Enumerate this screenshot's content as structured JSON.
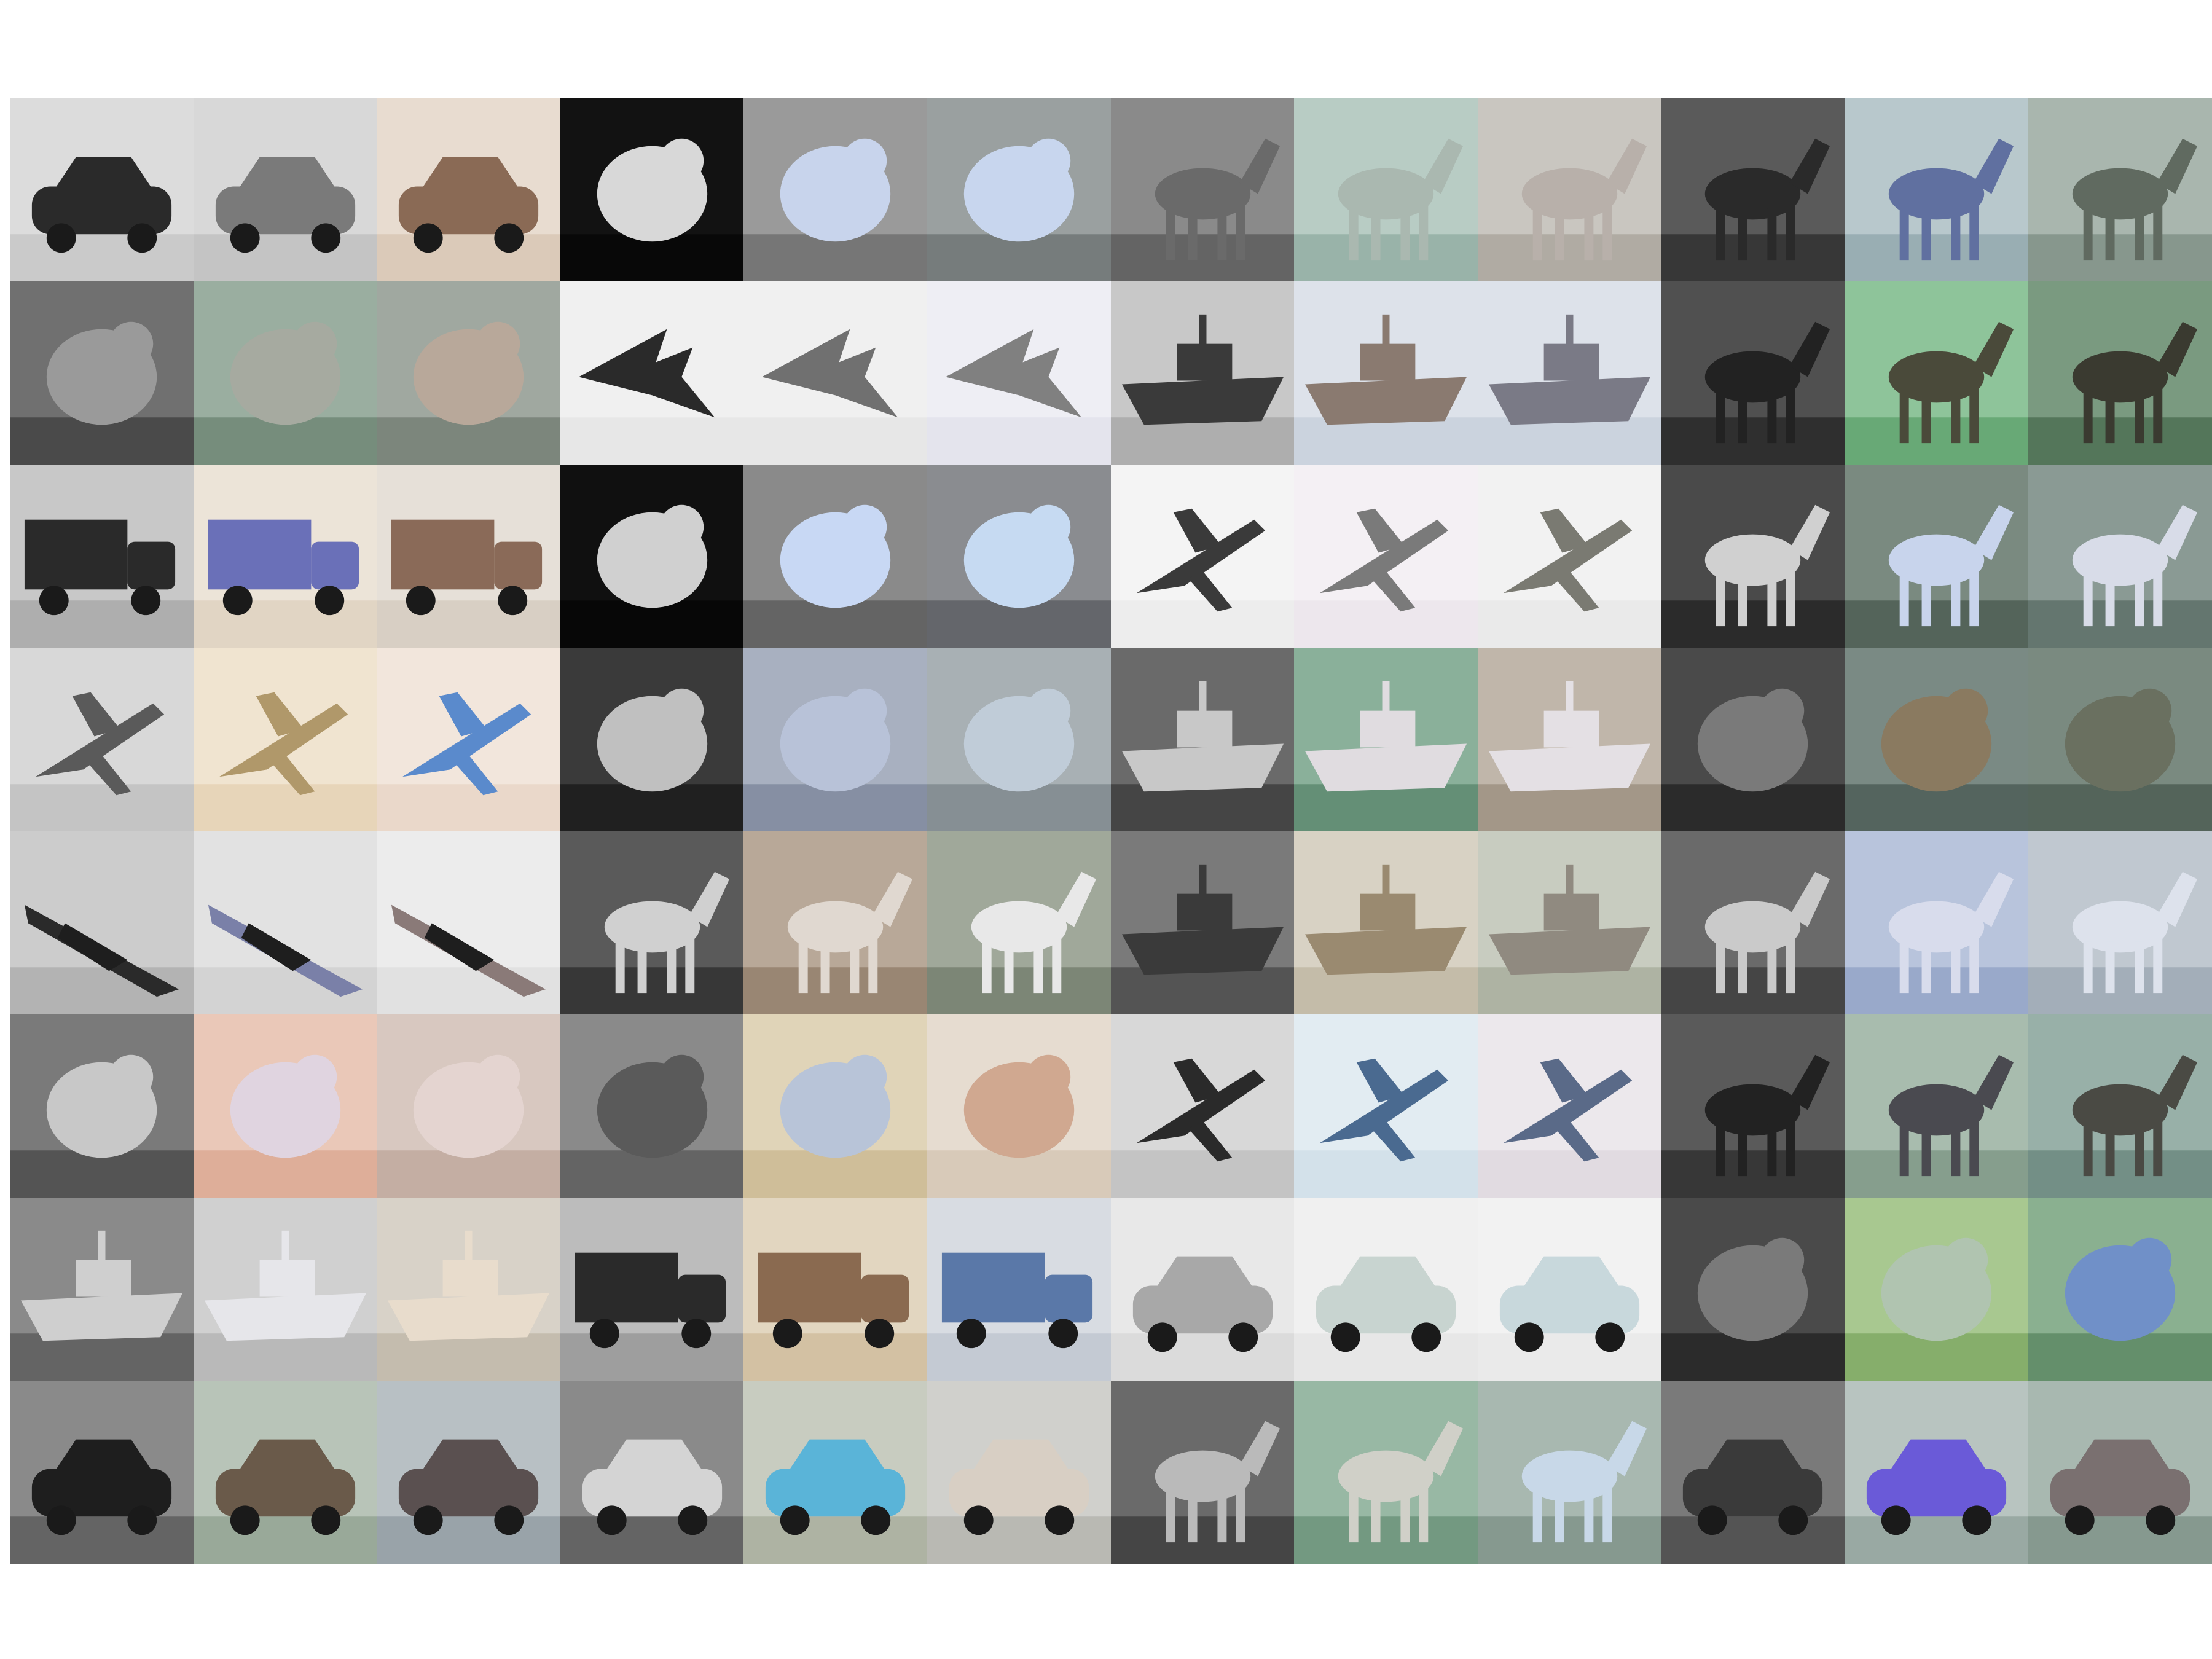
{
  "figure": {
    "description_kind": "colorization-comparison-grid",
    "groups_per_row": 4,
    "tiles_per_group": 3,
    "tile_roles": [
      "grayscale-input",
      "colorized-a",
      "colorized-b"
    ],
    "rows": [
      [
        {
          "subject": "car",
          "bg": [
            "#dcdcdc",
            "#d8d8d8",
            "#e8dcd0"
          ],
          "fg": [
            "#2a2a2a",
            "#7a7a7a",
            "#8a6a55"
          ],
          "shape": "car"
        },
        {
          "subject": "bird",
          "bg": [
            "#121212",
            "#9a9a9a",
            "#9aa0a0"
          ],
          "fg": [
            "#d8d8d8",
            "#c8d4ec",
            "#c8d6ee"
          ],
          "shape": "blob"
        },
        {
          "subject": "horse",
          "bg": [
            "#8a8a8a",
            "#b8ccc4",
            "#c9c6c0"
          ],
          "fg": [
            "#6a6a6a",
            "#aab8b0",
            "#b8b0aa"
          ],
          "shape": "horse"
        },
        {
          "subject": "horse",
          "bg": [
            "#5a5a5a",
            "#b8c8cc",
            "#a9b6ae"
          ],
          "fg": [
            "#2a2a2a",
            "#6070a0",
            "#606a60"
          ],
          "shape": "horse"
        }
      ],
      [
        {
          "subject": "bird",
          "bg": [
            "#707070",
            "#9aaea0",
            "#a0a8a0"
          ],
          "fg": [
            "#9a9a9a",
            "#a6aaa0",
            "#b8a89a"
          ],
          "shape": "blob"
        },
        {
          "subject": "airplane",
          "bg": [
            "#f0f0f0",
            "#f0f0f0",
            "#eeeef4"
          ],
          "fg": [
            "#2a2a2a",
            "#707070",
            "#808080"
          ],
          "shape": "jet"
        },
        {
          "subject": "ship",
          "bg": [
            "#c8c8c8",
            "#dde2ea",
            "#dde2ea"
          ],
          "fg": [
            "#3a3a3a",
            "#8a7a70",
            "#7a7a86"
          ],
          "shape": "ship"
        },
        {
          "subject": "horse",
          "bg": [
            "#505050",
            "#8ec49a",
            "#7a9a80"
          ],
          "fg": [
            "#222222",
            "#4a4a3a",
            "#3a3a30"
          ],
          "shape": "horse"
        }
      ],
      [
        {
          "subject": "truck",
          "bg": [
            "#c8c8c8",
            "#ece4d8",
            "#e6e0d8"
          ],
          "fg": [
            "#2a2a2a",
            "#6a70b8",
            "#8a6a58"
          ],
          "shape": "truck"
        },
        {
          "subject": "bird",
          "bg": [
            "#101010",
            "#8a8a8a",
            "#8a8c90"
          ],
          "fg": [
            "#d0d0d0",
            "#c8d8f4",
            "#c6daf2"
          ],
          "shape": "blob"
        },
        {
          "subject": "airplane",
          "bg": [
            "#f4f4f4",
            "#f4f0f4",
            "#f2f2f2"
          ],
          "fg": [
            "#3a3a3a",
            "#7a7a7a",
            "#7a7a72"
          ],
          "shape": "plane"
        },
        {
          "subject": "deer",
          "bg": [
            "#4a4a4a",
            "#7a8a80",
            "#8a9a94"
          ],
          "fg": [
            "#d0d0d0",
            "#c8d4ec",
            "#d8dce8"
          ],
          "shape": "horse"
        }
      ],
      [
        {
          "subject": "airplane",
          "bg": [
            "#d8d8d8",
            "#f0e4d0",
            "#f2e6dc"
          ],
          "fg": [
            "#5a5a5a",
            "#b0986a",
            "#5a8acc"
          ],
          "shape": "plane"
        },
        {
          "subject": "cat",
          "bg": [
            "#3a3a3a",
            "#a8b0c0",
            "#a8b0b4"
          ],
          "fg": [
            "#c0c0c0",
            "#b8c2d8",
            "#c0ccd8"
          ],
          "shape": "blob"
        },
        {
          "subject": "ship",
          "bg": [
            "#6a6a6a",
            "#8ab09a",
            "#c0b6aa"
          ],
          "fg": [
            "#c8c8c8",
            "#e0dce0",
            "#e4e0e4"
          ],
          "shape": "ship"
        },
        {
          "subject": "bird",
          "bg": [
            "#4a4a4a",
            "#7a8a84",
            "#7a8a80"
          ],
          "fg": [
            "#7a7a7a",
            "#8a7a60",
            "#6a7060"
          ],
          "shape": "blob"
        }
      ],
      [
        {
          "subject": "ship",
          "bg": [
            "#cccccc",
            "#e2e2e2",
            "#ececec"
          ],
          "fg": [
            "#2a2a2a",
            "#7a80a8",
            "#8a7a78"
          ],
          "shape": "boat"
        },
        {
          "subject": "horse",
          "bg": [
            "#5a5a5a",
            "#b8a898",
            "#a0a89a"
          ],
          "fg": [
            "#d0d0d0",
            "#e0d8d0",
            "#e8e8e8"
          ],
          "shape": "horse"
        },
        {
          "subject": "ship",
          "bg": [
            "#7a7a7a",
            "#d8d2c4",
            "#c8ccc0"
          ],
          "fg": [
            "#3a3a3a",
            "#9a8a70",
            "#908a80"
          ],
          "shape": "ship"
        },
        {
          "subject": "horse",
          "bg": [
            "#6a6a6a",
            "#b8c4dc",
            "#c0c8d0"
          ],
          "fg": [
            "#cacaca",
            "#d8dcec",
            "#dde2ec"
          ],
          "shape": "horse"
        }
      ],
      [
        {
          "subject": "bird",
          "bg": [
            "#7a7a7a",
            "#eac8b8",
            "#d8c8c0"
          ],
          "fg": [
            "#c8c8c8",
            "#e0d4e0",
            "#e4d4d0"
          ],
          "shape": "blob"
        },
        {
          "subject": "bird",
          "bg": [
            "#8a8a8a",
            "#e0d4b8",
            "#e6dcd0"
          ],
          "fg": [
            "#5a5a5a",
            "#b8c4d8",
            "#d0a890"
          ],
          "shape": "blob"
        },
        {
          "subject": "airplane",
          "bg": [
            "#d8d8d8",
            "#e2ecf2",
            "#ece8ec"
          ],
          "fg": [
            "#2a2a2a",
            "#4a6a90",
            "#5a6a88"
          ],
          "shape": "plane"
        },
        {
          "subject": "horse",
          "bg": [
            "#5a5a5a",
            "#a8bcae",
            "#98b0a8"
          ],
          "fg": [
            "#222222",
            "#4a4a50",
            "#4a4a44"
          ],
          "shape": "horse"
        }
      ],
      [
        {
          "subject": "ship",
          "bg": [
            "#8a8a8a",
            "#d0d0d0",
            "#d8d2c8"
          ],
          "fg": [
            "#cfcfcf",
            "#e6e6ea",
            "#e8dccc"
          ],
          "shape": "ship"
        },
        {
          "subject": "truck",
          "bg": [
            "#bcbcbc",
            "#e2d6c0",
            "#d8dce2"
          ],
          "fg": [
            "#2a2a2a",
            "#8a6a50",
            "#5a78a8"
          ],
          "shape": "truck"
        },
        {
          "subject": "car",
          "bg": [
            "#e8e8e8",
            "#f0f0f0",
            "#f2f2f2"
          ],
          "fg": [
            "#a8a8a8",
            "#c8d4d0",
            "#c8d8dc"
          ],
          "shape": "car"
        },
        {
          "subject": "frog",
          "bg": [
            "#4a4a4a",
            "#a8c890",
            "#8ab090"
          ],
          "fg": [
            "#7a7a7a",
            "#b0c4b0",
            "#7090c8"
          ],
          "shape": "blob"
        }
      ],
      [
        {
          "subject": "car",
          "bg": [
            "#8a8a8a",
            "#b8c4b8",
            "#b8c0c4"
          ],
          "fg": [
            "#1e1e1e",
            "#6a5a4a",
            "#5a5050"
          ],
          "shape": "car"
        },
        {
          "subject": "car",
          "bg": [
            "#8a8a8a",
            "#c8ccc0",
            "#d0d0cc"
          ],
          "fg": [
            "#d4d4d4",
            "#5ab4d8",
            "#d8cfc4"
          ],
          "shape": "car"
        },
        {
          "subject": "deer",
          "bg": [
            "#6a6a6a",
            "#98b8a4",
            "#a8b8b0"
          ],
          "fg": [
            "#bababa",
            "#d0d0c8",
            "#c8d8e8"
          ],
          "shape": "horse"
        },
        {
          "subject": "car",
          "bg": [
            "#7a7a7a",
            "#b8c4c0",
            "#a8b8b0"
          ],
          "fg": [
            "#3a3a3a",
            "#6a5ad8",
            "#7a7070"
          ],
          "shape": "car"
        }
      ]
    ]
  }
}
